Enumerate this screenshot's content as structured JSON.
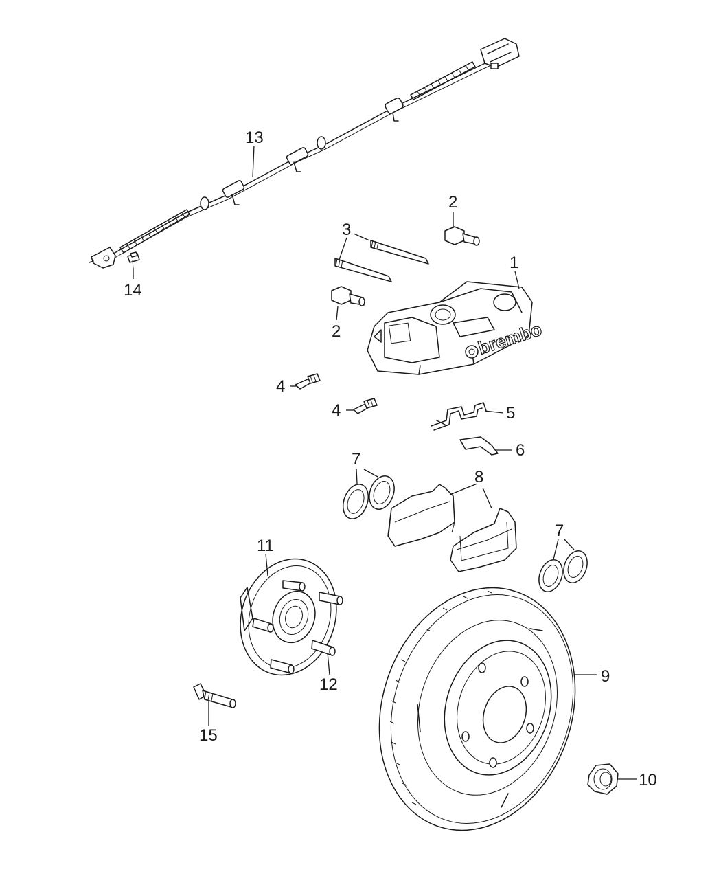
{
  "diagram": {
    "brand_text": "brembo",
    "callouts": [
      {
        "id": "c13",
        "label": "13"
      },
      {
        "id": "c2a",
        "label": "2"
      },
      {
        "id": "c3",
        "label": "3"
      },
      {
        "id": "c1",
        "label": "1"
      },
      {
        "id": "c14",
        "label": "14"
      },
      {
        "id": "c2b",
        "label": "2"
      },
      {
        "id": "c4a",
        "label": "4"
      },
      {
        "id": "c4b",
        "label": "4"
      },
      {
        "id": "c5",
        "label": "5"
      },
      {
        "id": "c6",
        "label": "6"
      },
      {
        "id": "c7a",
        "label": "7"
      },
      {
        "id": "c8",
        "label": "8"
      },
      {
        "id": "c7b",
        "label": "7"
      },
      {
        "id": "c11",
        "label": "11"
      },
      {
        "id": "c12",
        "label": "12"
      },
      {
        "id": "c9",
        "label": "9"
      },
      {
        "id": "c15",
        "label": "15"
      },
      {
        "id": "c10",
        "label": "10"
      }
    ]
  }
}
